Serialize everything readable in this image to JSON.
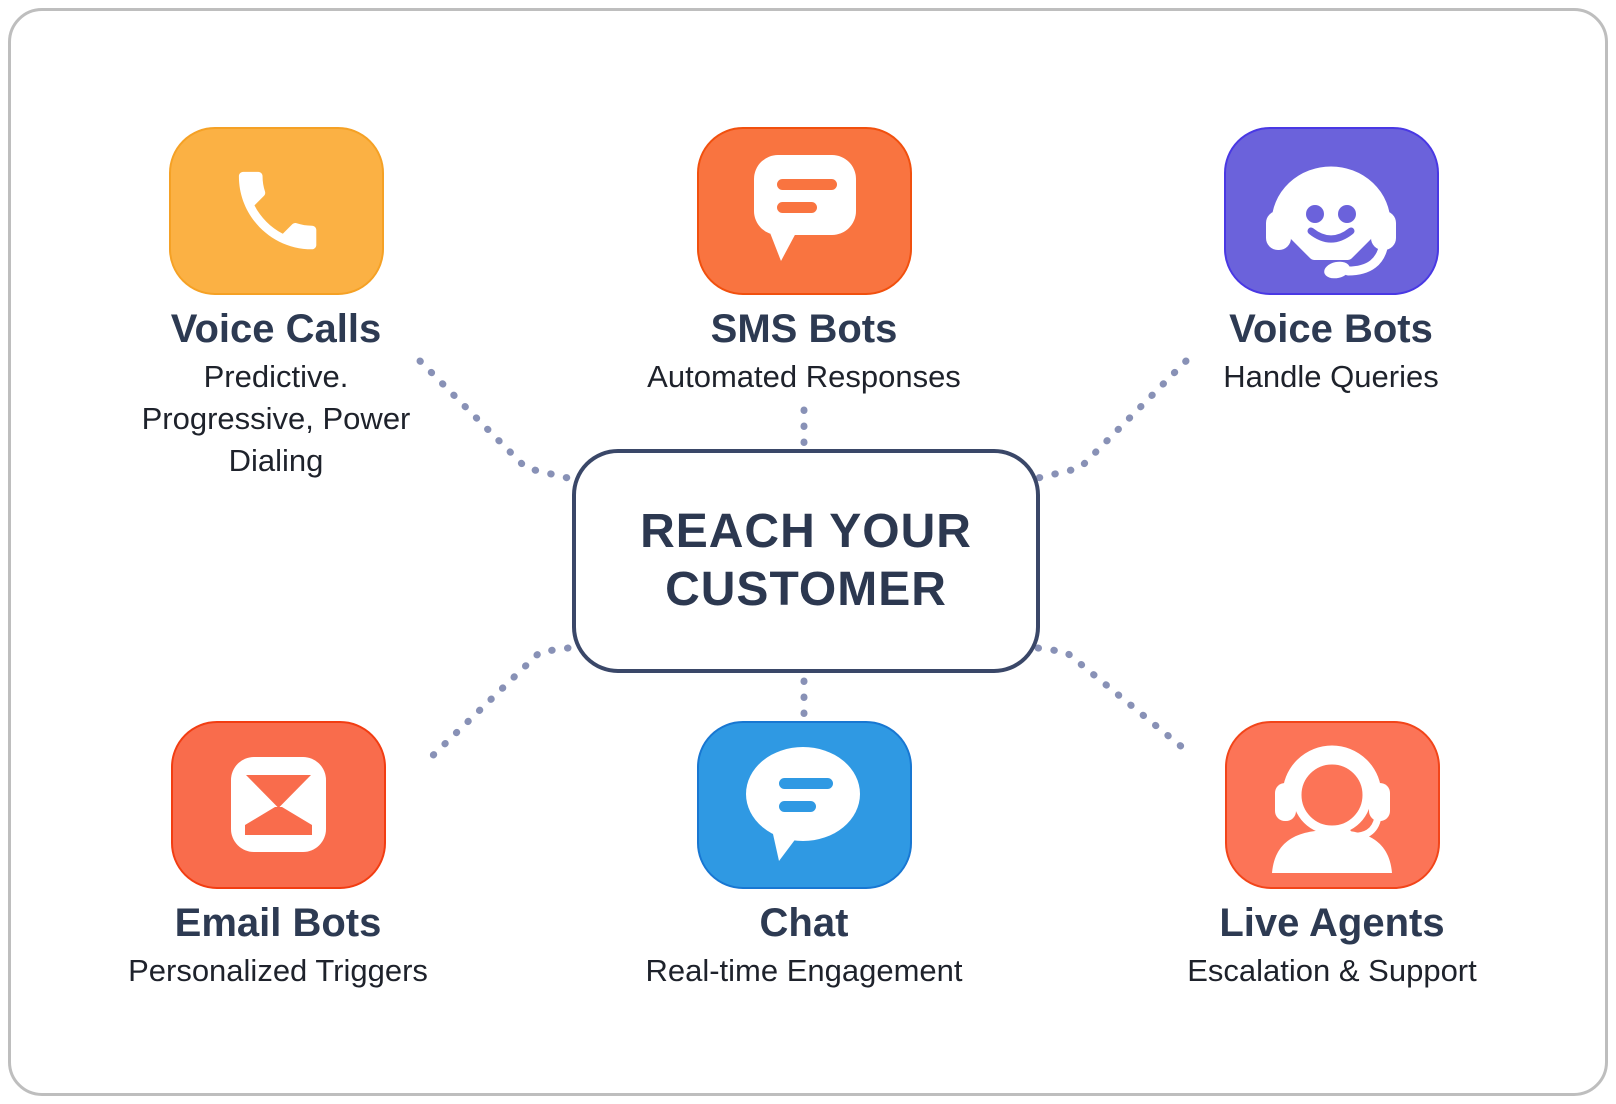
{
  "theme": {
    "frame_bg": "#ffffff",
    "frame_border_color": "#bebebe",
    "connector_color": "#7b85ae",
    "title_color": "#2d3a52",
    "subtitle_color": "#1e222b",
    "center_text_color": "#2c3850",
    "center_border_color": "#3a4768"
  },
  "center": {
    "title": "REACH YOUR\nCUSTOMER"
  },
  "nodes": [
    {
      "id": "voice-calls",
      "title": "Voice Calls",
      "subtitle": "Predictive. Progressive, Power Dialing",
      "color": "#FBB144",
      "border_color": "#F5A125",
      "icon": "phone-icon"
    },
    {
      "id": "sms-bots",
      "title": "SMS Bots",
      "subtitle": "Automated Responses",
      "color": "#F97440",
      "border_color": "#F1500E",
      "icon": "sms-bubble-icon"
    },
    {
      "id": "voice-bots",
      "title": "Voice Bots",
      "subtitle": "Handle Queries",
      "color": "#6B62DB",
      "border_color": "#4938E4",
      "icon": "robot-headset-icon"
    },
    {
      "id": "email-bots",
      "title": "Email Bots",
      "subtitle": "Personalized Triggers",
      "color": "#F96C4C",
      "border_color": "#F23D12",
      "icon": "email-envelope-icon"
    },
    {
      "id": "chat",
      "title": "Chat",
      "subtitle": "Real-time Engagement",
      "color": "#2F99E3",
      "border_color": "#1877D2",
      "icon": "chat-bubble-icon"
    },
    {
      "id": "live-agents",
      "title": "Live Agents",
      "subtitle": "Escalation & Support",
      "color": "#FC7457",
      "border_color": "#F2451A",
      "icon": "agent-headset-icon"
    }
  ]
}
